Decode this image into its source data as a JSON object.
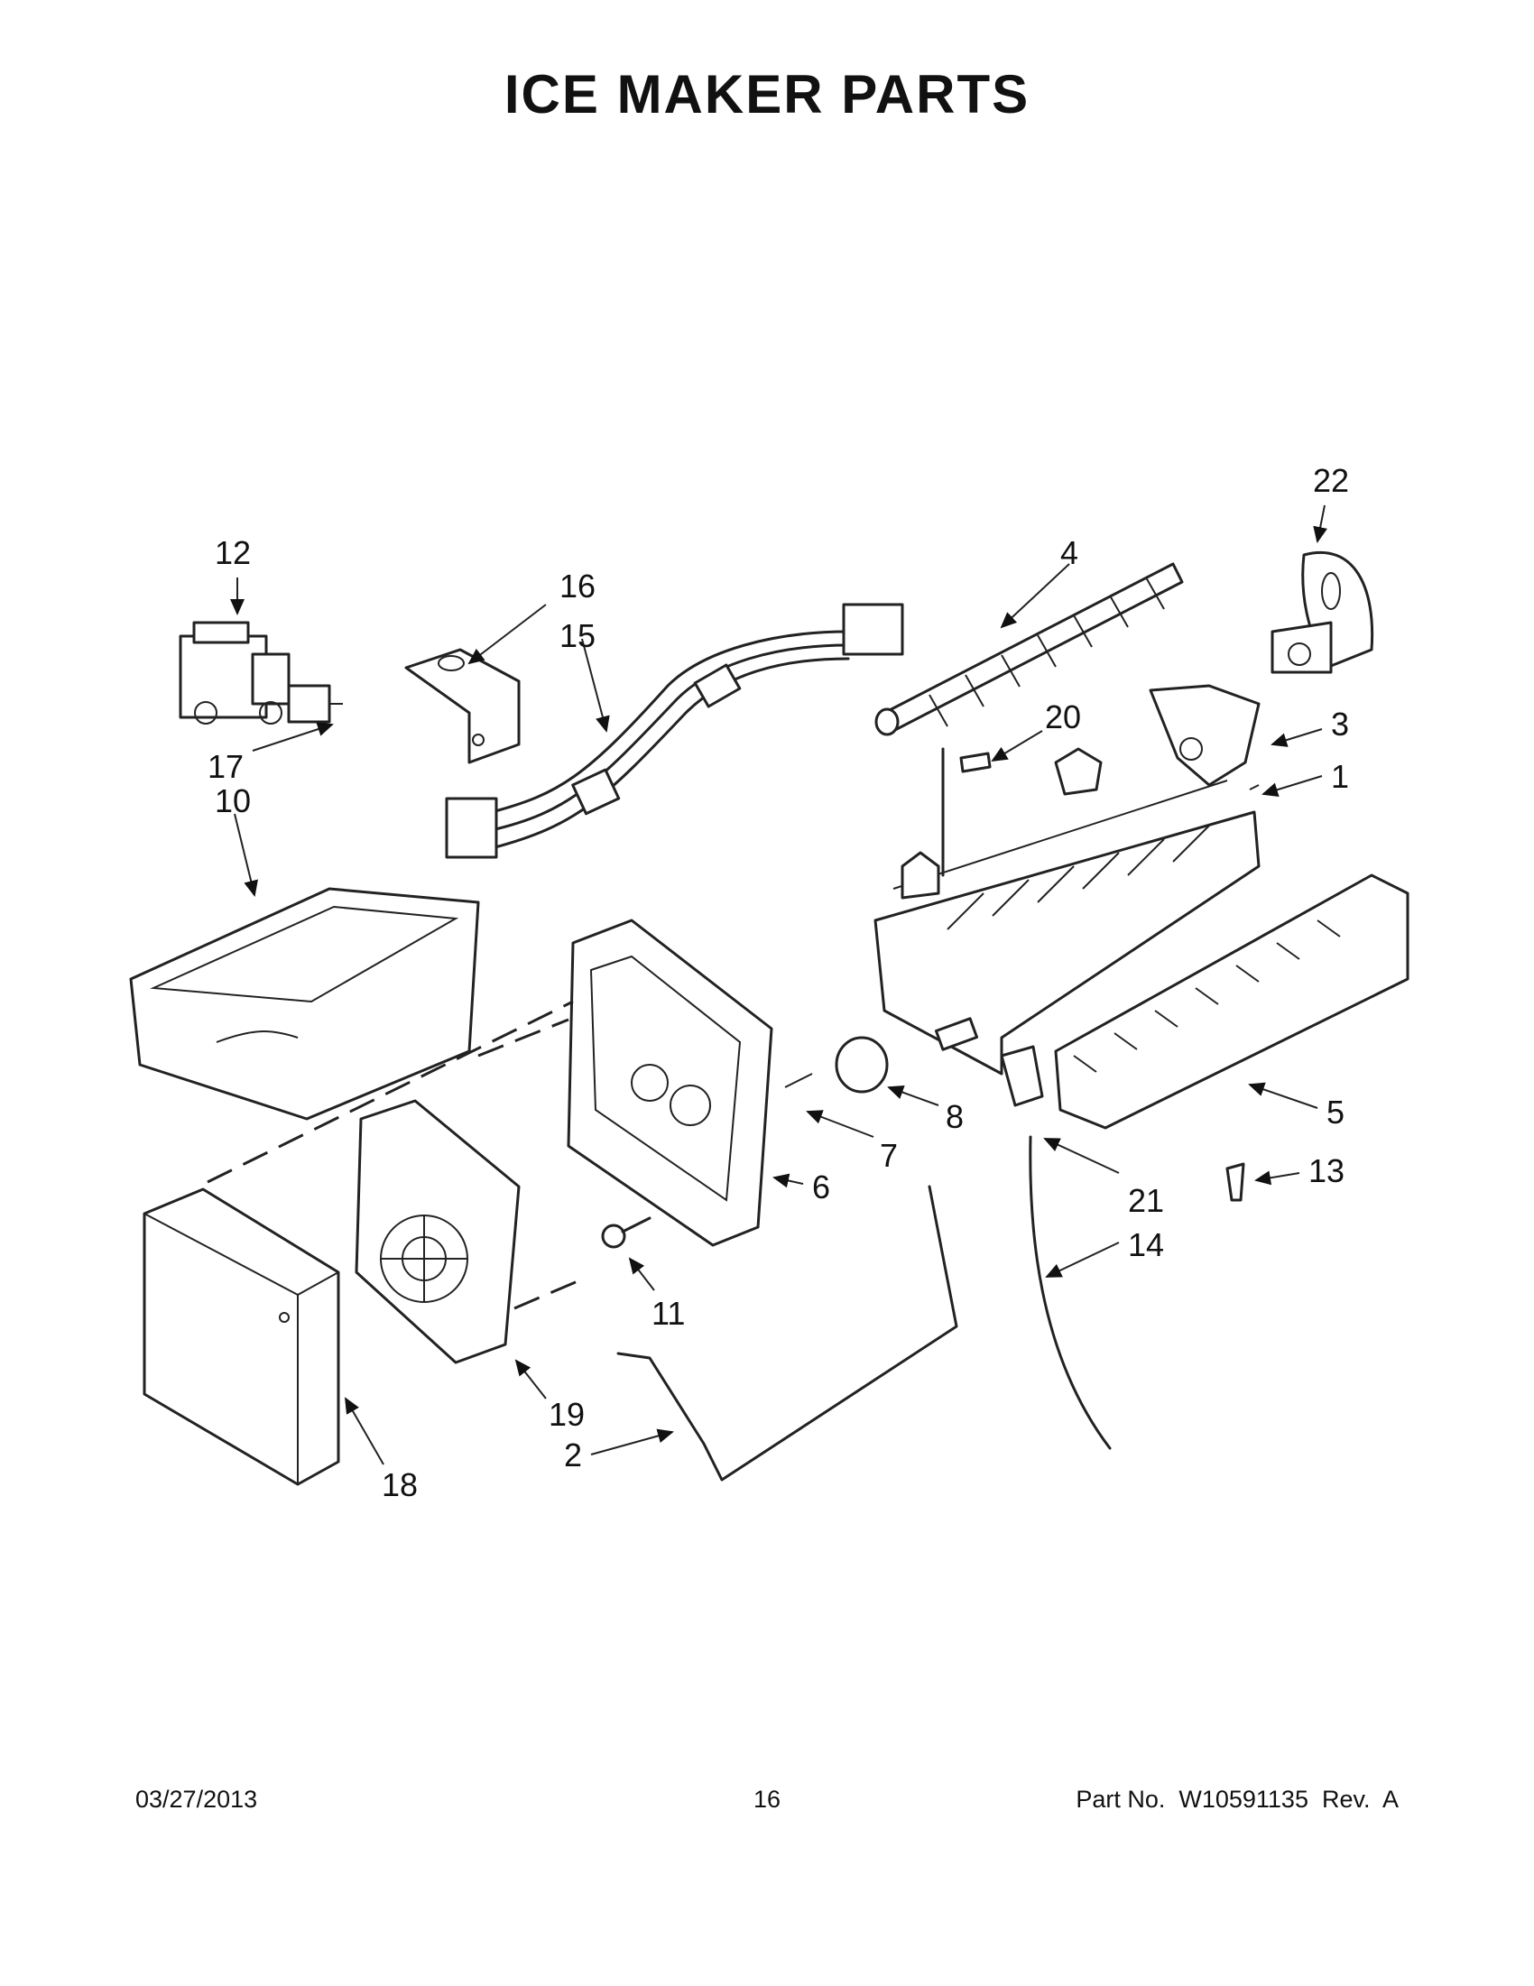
{
  "title": "ICE MAKER PARTS",
  "callouts": [
    "1",
    "2",
    "3",
    "4",
    "5",
    "6",
    "7",
    "8",
    "10",
    "11",
    "12",
    "13",
    "14",
    "15",
    "16",
    "17",
    "18",
    "19",
    "20",
    "21",
    "22"
  ],
  "footer": {
    "date": "03/27/2013",
    "page": "16",
    "part": "Part No.  W10591135  Rev.  A"
  }
}
